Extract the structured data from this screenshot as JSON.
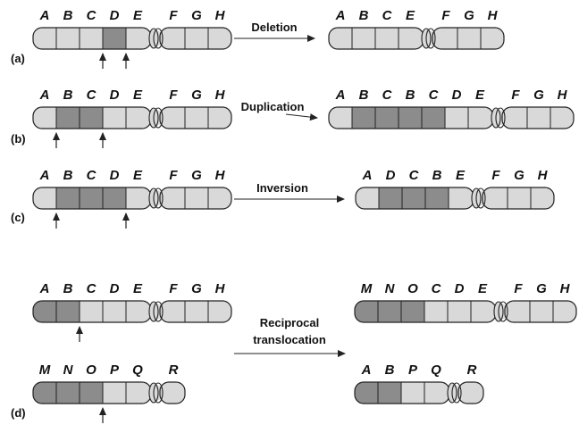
{
  "colors": {
    "light": "#d9d9d9",
    "dark": "#8c8c8c",
    "line": "#222222"
  },
  "panels": [
    {
      "label": "(a)",
      "operation": [
        "Deletion"
      ],
      "left": [
        {
          "genes": [
            "A",
            "B",
            "C",
            "D",
            "E",
            "F",
            "G",
            "H"
          ],
          "dark": [
            "D"
          ],
          "breaks": [
            "C|D",
            "D|E"
          ]
        }
      ],
      "right": [
        {
          "genes": [
            "A",
            "B",
            "C",
            "E",
            "F",
            "G",
            "H"
          ],
          "dark": []
        }
      ]
    },
    {
      "label": "(b)",
      "operation": [
        "Duplication"
      ],
      "left": [
        {
          "genes": [
            "A",
            "B",
            "C",
            "D",
            "E",
            "F",
            "G",
            "H"
          ],
          "dark": [
            "B",
            "C"
          ],
          "breaks": [
            "A|B",
            "C|D"
          ]
        }
      ],
      "right": [
        {
          "genes": [
            "A",
            "B",
            "C",
            "B",
            "C",
            "D",
            "E",
            "F",
            "G",
            "H"
          ],
          "dark": [
            "B",
            "C",
            "B",
            "C"
          ]
        }
      ]
    },
    {
      "label": "(c)",
      "operation": [
        "Inversion"
      ],
      "left": [
        {
          "genes": [
            "A",
            "B",
            "C",
            "D",
            "E",
            "F",
            "G",
            "H"
          ],
          "dark": [
            "B",
            "C",
            "D"
          ],
          "breaks": [
            "A|B",
            "D|E"
          ]
        }
      ],
      "right": [
        {
          "genes": [
            "A",
            "D",
            "C",
            "B",
            "E",
            "F",
            "G",
            "H"
          ],
          "dark": [
            "D",
            "C",
            "B"
          ]
        }
      ]
    },
    {
      "label": "(d)",
      "operation": [
        "Reciprocal",
        "translocation"
      ],
      "left": [
        {
          "genes": [
            "A",
            "B",
            "C",
            "D",
            "E",
            "F",
            "G",
            "H"
          ],
          "dark": [
            "A",
            "B"
          ],
          "breaks": [
            "B|C"
          ]
        },
        {
          "genes": [
            "M",
            "N",
            "O",
            "P",
            "Q",
            "R"
          ],
          "dark": [
            "M",
            "N",
            "O"
          ],
          "breaks": [
            "O|P"
          ]
        }
      ],
      "right": [
        {
          "genes": [
            "M",
            "N",
            "O",
            "C",
            "D",
            "E",
            "F",
            "G",
            "H"
          ],
          "dark": [
            "M",
            "N",
            "O"
          ]
        },
        {
          "genes": [
            "A",
            "B",
            "P",
            "Q",
            "R"
          ],
          "dark": [
            "A",
            "B"
          ]
        }
      ]
    }
  ]
}
